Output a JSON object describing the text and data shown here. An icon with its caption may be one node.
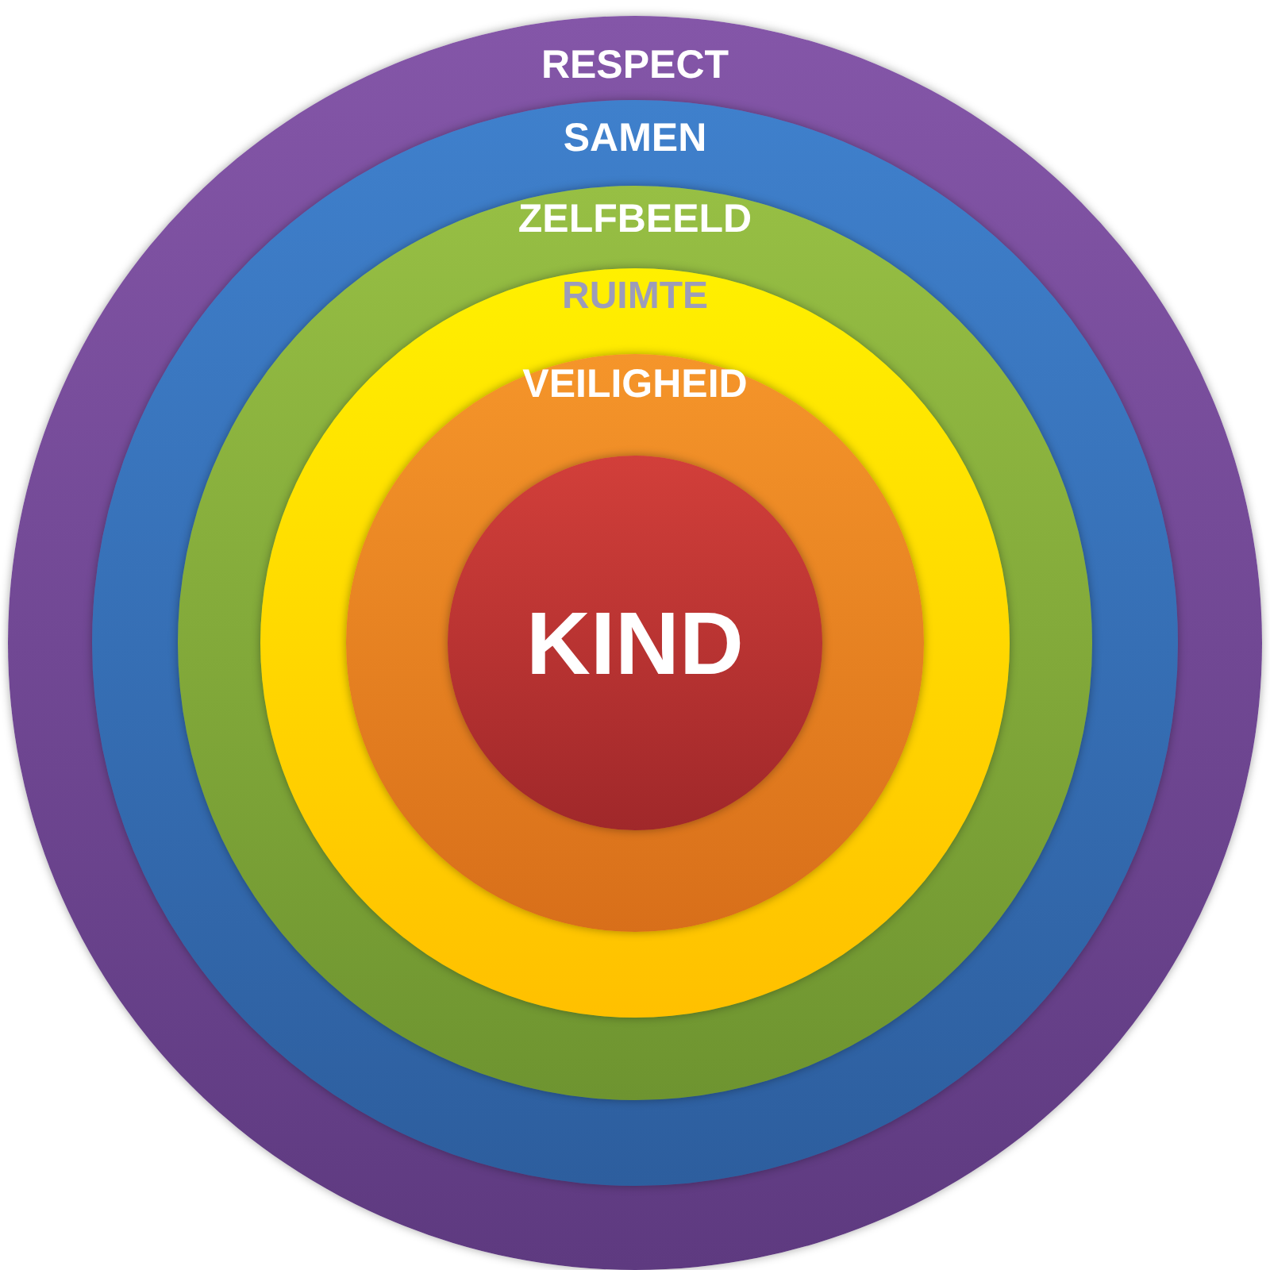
{
  "diagram": {
    "nodes": [
      {
        "text": [
          "RESPECT"
        ]
      },
      {
        "text": [
          "SAMEN"
        ],
        "in": 0
      },
      {
        "text": [
          "ZELFBEELD"
        ],
        "in": 1
      },
      {
        "text": [
          "RUIMTE"
        ],
        "in": 2
      },
      {
        "text": [
          "VEILIGHEID"
        ],
        "in": 3
      },
      {
        "text": [
          "KIND"
        ],
        "in": 4
      }
    ]
  }
}
